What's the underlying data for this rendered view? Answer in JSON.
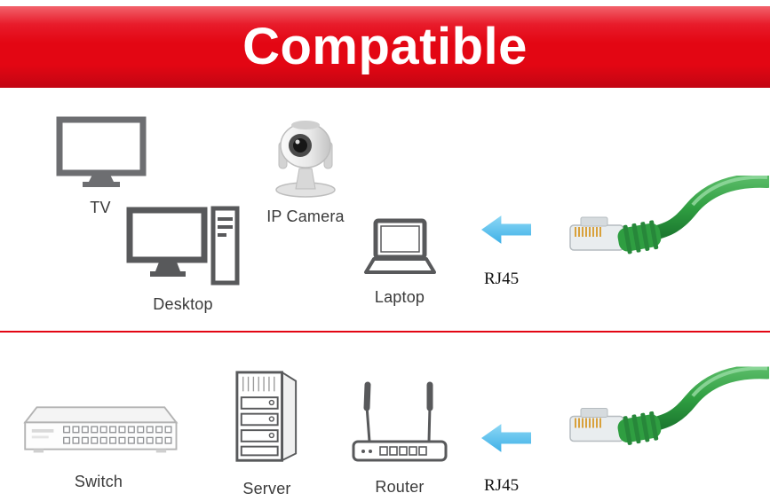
{
  "banner": {
    "title": "Compatible"
  },
  "row1": {
    "devices": {
      "tv": {
        "label": "TV"
      },
      "ip_camera": {
        "label": "IP Camera"
      },
      "desktop": {
        "label": "Desktop"
      },
      "laptop": {
        "label": "Laptop"
      }
    },
    "connector": {
      "label": "RJ45"
    }
  },
  "row2": {
    "devices": {
      "switch": {
        "label": "Switch"
      },
      "server": {
        "label": "Server"
      },
      "router": {
        "label": "Router"
      }
    },
    "connector": {
      "label": "RJ45"
    }
  },
  "colors": {
    "banner_red": "#e30613",
    "divider_red": "#e30613",
    "arrow_blue": "#5bc5f2",
    "icon_gray": "#58595b",
    "cable_green": "#2f9e41"
  }
}
